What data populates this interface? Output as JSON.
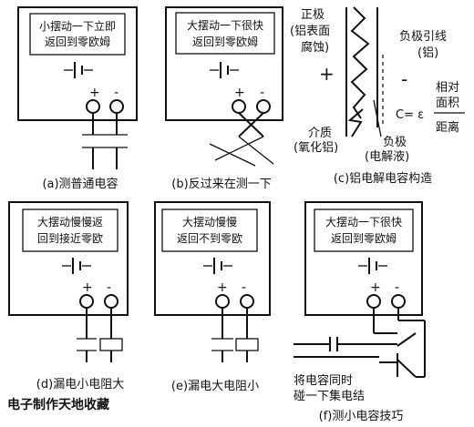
{
  "panels": {
    "a": {
      "screen": [
        "小摆动一下立即",
        "返回到零欧姆"
      ],
      "plus": "+",
      "minus": "-",
      "caption": "(a)测普通电容"
    },
    "b": {
      "screen": [
        "大摆动一下很快",
        "返回到零欧姆"
      ],
      "plus": "+",
      "minus": "-",
      "caption": "(b)反过来在测一下"
    },
    "c": {
      "labels": {
        "pos_line1": "正极",
        "pos_line2": "(铝表面",
        "pos_line3": "腐蚀)",
        "neg_lead_line1": "负极引线",
        "neg_lead_line2": "(铝)",
        "dielectric_line1": "介质",
        "dielectric_line2": "(氧化铝)",
        "neg_line1": "负极",
        "neg_line2": "(电解液)",
        "plus": "+",
        "minus": "-"
      },
      "formula": {
        "lhs": "C= ε",
        "num1": "相对",
        "num2": "面积",
        "den": "距离"
      },
      "caption": "(c)铝电解电容构造"
    },
    "d": {
      "screen": [
        "大摆动慢慢返",
        "回到接近零欧"
      ],
      "plus": "+",
      "minus": "-",
      "caption": "(d)漏电小电阻大"
    },
    "e": {
      "screen": [
        "大摆动慢慢",
        "返回不到零欧"
      ],
      "plus": "+",
      "minus": "-",
      "caption": "(e)漏电大电阻小"
    },
    "f": {
      "screen": [
        "大摆动一下很快",
        "返回到零欧姆"
      ],
      "plus": "+",
      "minus": "-",
      "note_line1": "将电容同时",
      "note_line2": "碰一下集电结",
      "caption": "(f)测小电容技巧"
    }
  },
  "watermark": "电子制作天地收藏"
}
